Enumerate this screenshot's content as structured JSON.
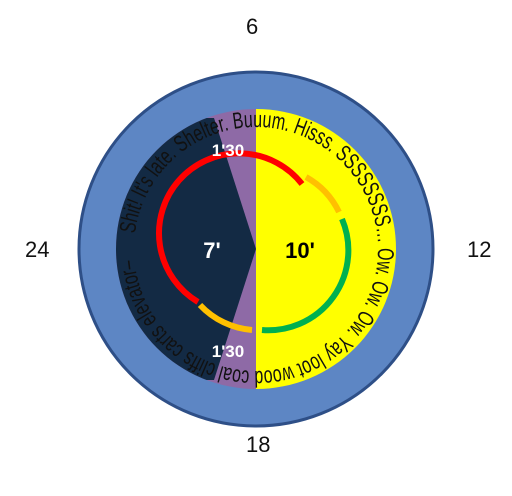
{
  "clock": {
    "top": "6",
    "right": "12",
    "bottom": "18",
    "left": "24"
  },
  "ring_text": "Shit! It's late. Shelter. Buuum. Hisss. SSSSSSSS… Ow. Ow. Ow. Yay loot wood coal cliffs carts elevator–",
  "segments": {
    "day_label": "10'",
    "night_label": "7'",
    "dusk_label": "1'30",
    "dawn_label": "1'30"
  },
  "colors": {
    "outer_ring": "#5d86c4",
    "outer_ring_stroke": "#2e4f87",
    "day": "#ffff00",
    "night": "#132a44",
    "transition": "#8e6aa6",
    "arc_red": "#ff0000",
    "arc_orange": "#ffc000",
    "arc_green": "#00b050"
  }
}
